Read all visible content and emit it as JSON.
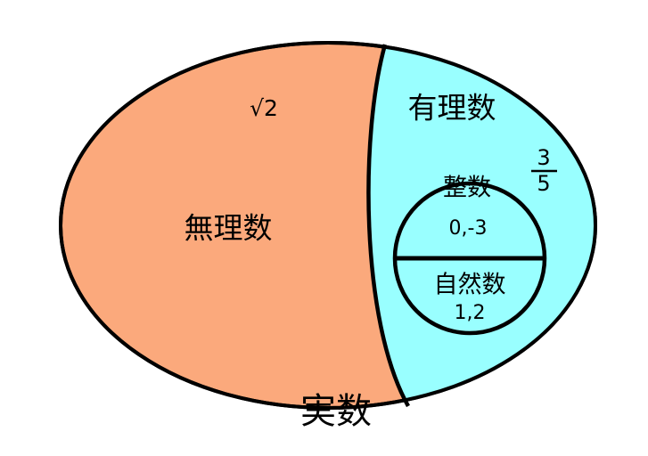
{
  "diagram": {
    "title_label": "実数",
    "colors": {
      "irrational_fill": "#FBA97C",
      "rational_fill": "#99FFFF",
      "outline": "#000000",
      "background": "#FFFFFF"
    },
    "regions": [
      {
        "id": "irrational",
        "label": "無理数",
        "example": "√2",
        "fill": "#FBA97C"
      },
      {
        "id": "rational",
        "label": "有理数",
        "example_numerator": "3",
        "example_denominator": "5",
        "fill": "#99FFFF"
      },
      {
        "id": "integer",
        "label": "整数",
        "example": "0,-3"
      },
      {
        "id": "natural",
        "label": "自然数",
        "example": "1,2"
      }
    ],
    "labels": {
      "real": "実数",
      "irrational": "無理数",
      "irrational_example": "√2",
      "rational": "有理数",
      "rational_example_num": "3",
      "rational_example_den": "5",
      "integer": "整数",
      "integer_example": "0,-3",
      "natural": "自然数",
      "natural_example": "1,2"
    }
  }
}
